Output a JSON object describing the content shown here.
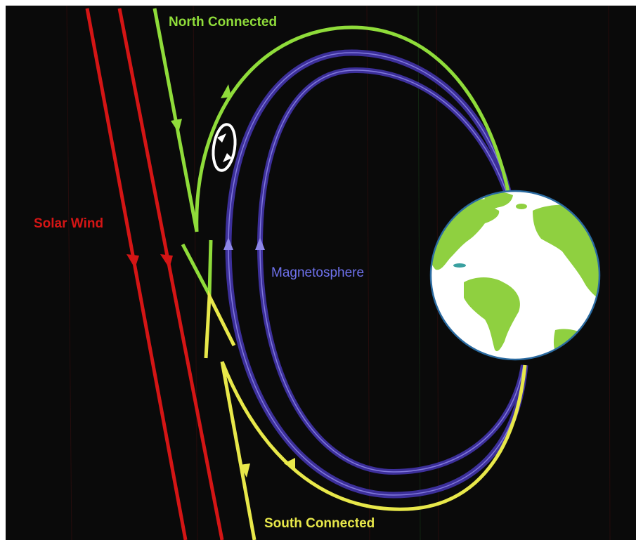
{
  "colors": {
    "background": "#0a0a0a",
    "solar_wind": "#d41515",
    "north_connected": "#8fdc3a",
    "south_connected": "#e8e84a",
    "magnetosphere": "#3c2f9a",
    "magnetosphere_label": "#6f72ee",
    "earth_land": "#8fd040",
    "earth_ocean": "#ffffff",
    "earth_outline": "#2a6aa0",
    "vortex": "#ffffff"
  },
  "labels": {
    "north": "North Connected",
    "south": "South Connected",
    "solar_wind": "Solar Wind",
    "magnetosphere": "Magnetosphere"
  },
  "icons": {
    "earth": "earth-globe-icon",
    "vortex": "circular-arrow-vortex-icon"
  }
}
